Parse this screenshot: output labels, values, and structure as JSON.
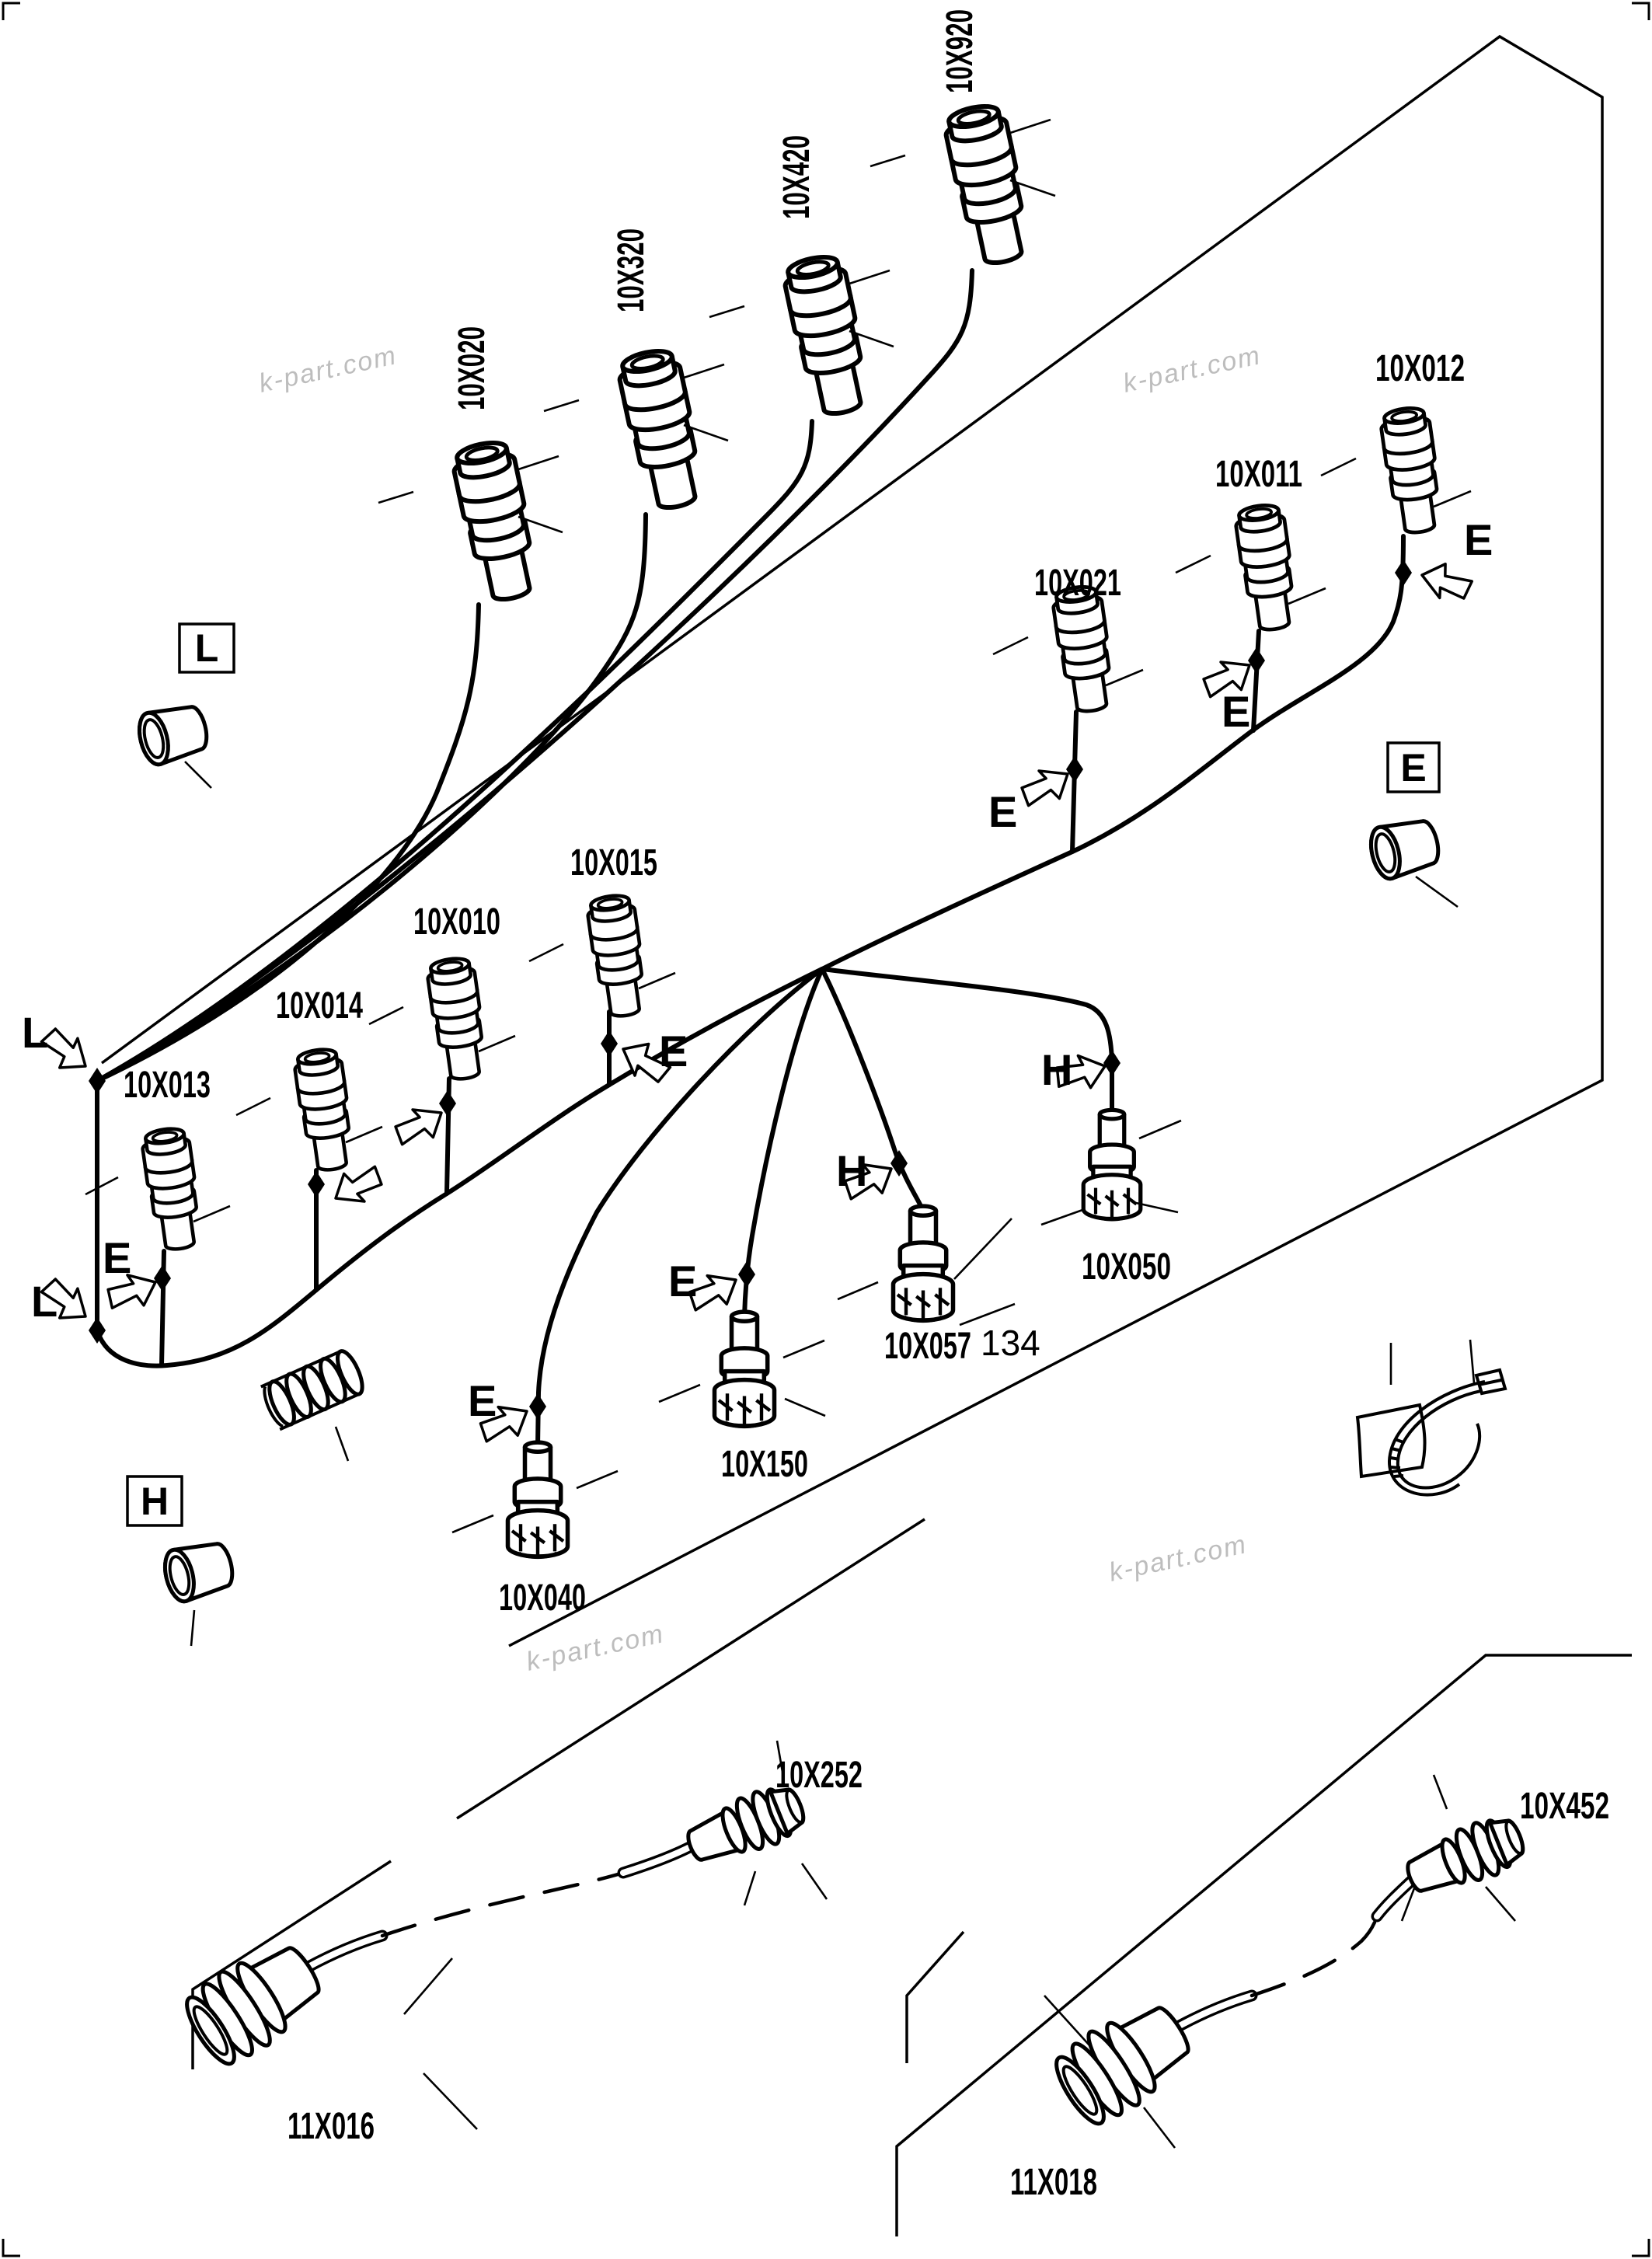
{
  "diagram": {
    "type": "wiring-harness-parts-diagram",
    "watermark": "k-part.com",
    "reference_number": "134",
    "markers": {
      "L": "L",
      "E": "E",
      "H": "H"
    },
    "connector_labels": {
      "x920": "10X920",
      "x420": "10X420",
      "x320": "10X320",
      "x020": "10X020",
      "x012": "10X012",
      "x011": "10X011",
      "x021": "10X021",
      "x015": "10X015",
      "x010": "10X010",
      "x014": "10X014",
      "x013": "10X013",
      "x050": "10X050",
      "x057": "10X057",
      "x150": "10X150",
      "x040": "10X040",
      "x252": "10X252",
      "x016": "11X016",
      "x452": "10X452",
      "x018": "11X018"
    },
    "colors": {
      "line": "#000000",
      "background": "#ffffff",
      "watermark": "#bdbdbd"
    }
  }
}
